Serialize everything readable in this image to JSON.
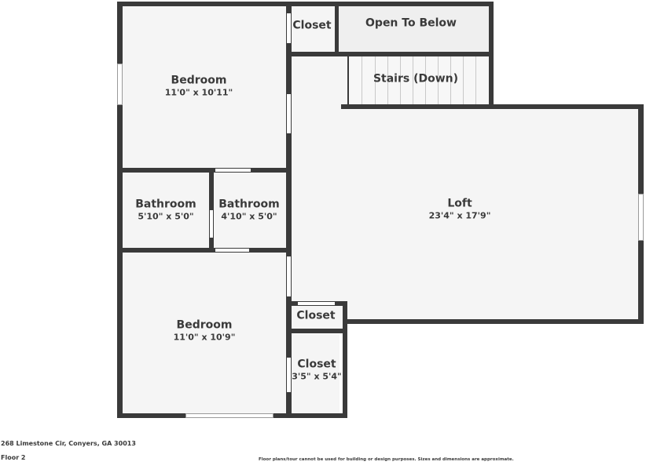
{
  "floorplan": {
    "rooms": [
      {
        "id": "bedroom-1",
        "name": "Bedroom",
        "dimensions": "11'0\" x 10'11\""
      },
      {
        "id": "closet-top",
        "name": "Closet",
        "dimensions": ""
      },
      {
        "id": "open-to-below",
        "name": "Open To Below",
        "dimensions": ""
      },
      {
        "id": "stairs",
        "name": "Stairs (Down)",
        "dimensions": ""
      },
      {
        "id": "bathroom-1",
        "name": "Bathroom",
        "dimensions": "5'10\" x 5'0\""
      },
      {
        "id": "bathroom-2",
        "name": "Bathroom",
        "dimensions": "4'10\" x 5'0\""
      },
      {
        "id": "loft",
        "name": "Loft",
        "dimensions": "23'4\" x 17'9\""
      },
      {
        "id": "bedroom-2",
        "name": "Bedroom",
        "dimensions": "11'0\" x 10'9\""
      },
      {
        "id": "closet-mid",
        "name": "Closet",
        "dimensions": ""
      },
      {
        "id": "closet-bottom",
        "name": "Closet",
        "dimensions": "3'5\" x 5'4\""
      }
    ]
  },
  "footer": {
    "address": "268 Limestone Cir, Conyers, GA 30013",
    "floor": "Floor 2",
    "disclaimer": "Floor plans/tour cannot be used for building or design purposes. Sizes and dimensions are approximate."
  },
  "colors": {
    "wall": "#3a3a3a",
    "room_fill": "#f5f5f5",
    "background": "#ffffff"
  }
}
